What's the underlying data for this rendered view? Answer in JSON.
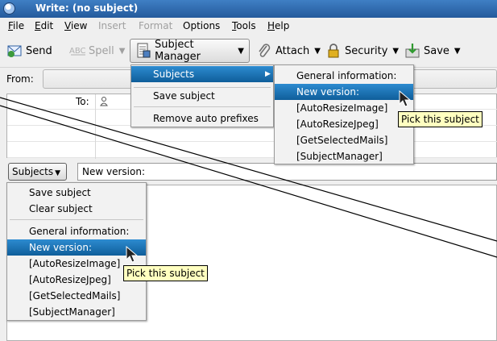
{
  "window": {
    "title": "Write: (no subject)"
  },
  "menubar": {
    "items": [
      {
        "label": "File",
        "u": "F",
        "rest": "ile",
        "disabled": false
      },
      {
        "label": "Edit",
        "u": "E",
        "rest": "dit",
        "disabled": false
      },
      {
        "label": "View",
        "u": "V",
        "rest": "iew",
        "disabled": false
      },
      {
        "label": "Insert",
        "u": "",
        "rest": "Insert",
        "disabled": true
      },
      {
        "label": "Format",
        "u": "",
        "rest": "Format",
        "disabled": true
      },
      {
        "label": "Options",
        "u": "",
        "rest": "Options",
        "disabled": false
      },
      {
        "label": "Tools",
        "u": "T",
        "rest": "ools",
        "disabled": false
      },
      {
        "label": "Help",
        "u": "H",
        "rest": "elp",
        "disabled": false
      }
    ]
  },
  "toolbar": {
    "send": "Send",
    "spell": "Spell",
    "subject_manager": "Subject Manager",
    "attach": "Attach",
    "security": "Security",
    "save": "Save"
  },
  "header": {
    "from_label": "From:",
    "to_label": "To:"
  },
  "subject": {
    "button_label": "Subjects",
    "value": "New version:"
  },
  "subject_manager_menu": {
    "items": [
      "Subjects",
      "Save subject",
      "Remove auto prefixes"
    ]
  },
  "subjects_submenu": {
    "header": "General information:",
    "items": [
      "New version:",
      "[AutoResizeImage]",
      "[AutoResizeJpeg]",
      "[GetSelectedMails]",
      "[SubjectManager]"
    ]
  },
  "subjects_dropdown": {
    "actions": [
      "Save subject",
      "Clear subject"
    ],
    "header": "General information:",
    "items": [
      "New version:",
      "[AutoResizeImage]",
      "[AutoResizeJpeg]",
      "[GetSelectedMails]",
      "[SubjectManager]"
    ]
  },
  "tooltips": {
    "top": "Pick this subject",
    "bottom": "Pick this subject"
  },
  "colors": {
    "highlight": "#1a6fb0",
    "tooltip_bg": "#ffffc0",
    "titlebar": "#2f6cb3"
  }
}
